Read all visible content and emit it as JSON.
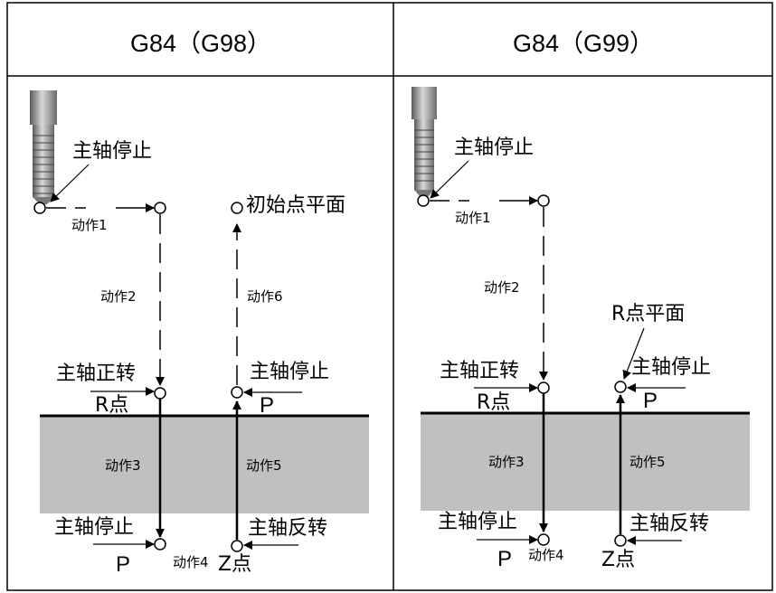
{
  "left": {
    "title": "G84（G98）",
    "spindle_stop_top": "主轴停止",
    "action1": "动作1",
    "action2": "动作2",
    "action3": "动作3",
    "action4": "动作4",
    "action5": "动作5",
    "action6": "动作6",
    "initial_plane": "初始点平面",
    "spindle_forward": "主轴正转",
    "r_point": "R点",
    "spindle_stop_r": "主轴停止",
    "p_r": "P",
    "spindle_stop_bottom": "主轴停止",
    "p_bottom": "P",
    "spindle_reverse": "主轴反转",
    "z_point": "Z点"
  },
  "right": {
    "title": "G84（G99）",
    "spindle_stop_top": "主轴停止",
    "action1": "动作1",
    "action2": "动作2",
    "action3": "动作3",
    "action4": "动作4",
    "action5": "动作5",
    "r_plane": "R点平面",
    "spindle_forward": "主轴正转",
    "r_point": "R点",
    "spindle_stop_r": "主轴停止",
    "p_r": "P",
    "spindle_stop_bottom": "主轴停止",
    "p_bottom": "P",
    "spindle_reverse": "主轴反转",
    "z_point": "Z点"
  },
  "colors": {
    "workpiece": "#c0c0c0",
    "line": "#000000",
    "tap_body": "#9a9a9a"
  }
}
